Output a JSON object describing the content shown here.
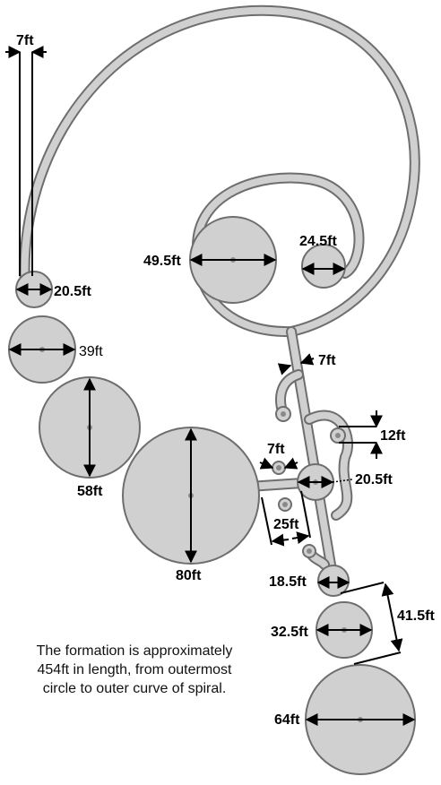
{
  "labels": {
    "top_width": "7ft",
    "spiral_circle_large": "49.5ft",
    "spiral_circle_small": "24.5ft",
    "path_width": "7ft",
    "tail_circle_1": "20.5ft",
    "tail_circle_2": "39ft",
    "tail_circle_3": "58ft",
    "tail_circle_4": "80ft",
    "small_bud": "7ft",
    "right_ring_gap": "12ft",
    "junction_circle": "20.5ft",
    "branch_length": "25ft",
    "lower_circle": "18.5ft",
    "gap_distance": "41.5ft",
    "circle_32": "32.5ft",
    "circle_64": "64ft"
  },
  "note": {
    "line1": "The formation is approximately",
    "line2": "454ft in length, from outermost",
    "line3": "circle to outer curve of spiral."
  },
  "colors": {
    "fill": "#d0d0d0",
    "outline": "#6e6e6e",
    "arrow": "#000000"
  }
}
